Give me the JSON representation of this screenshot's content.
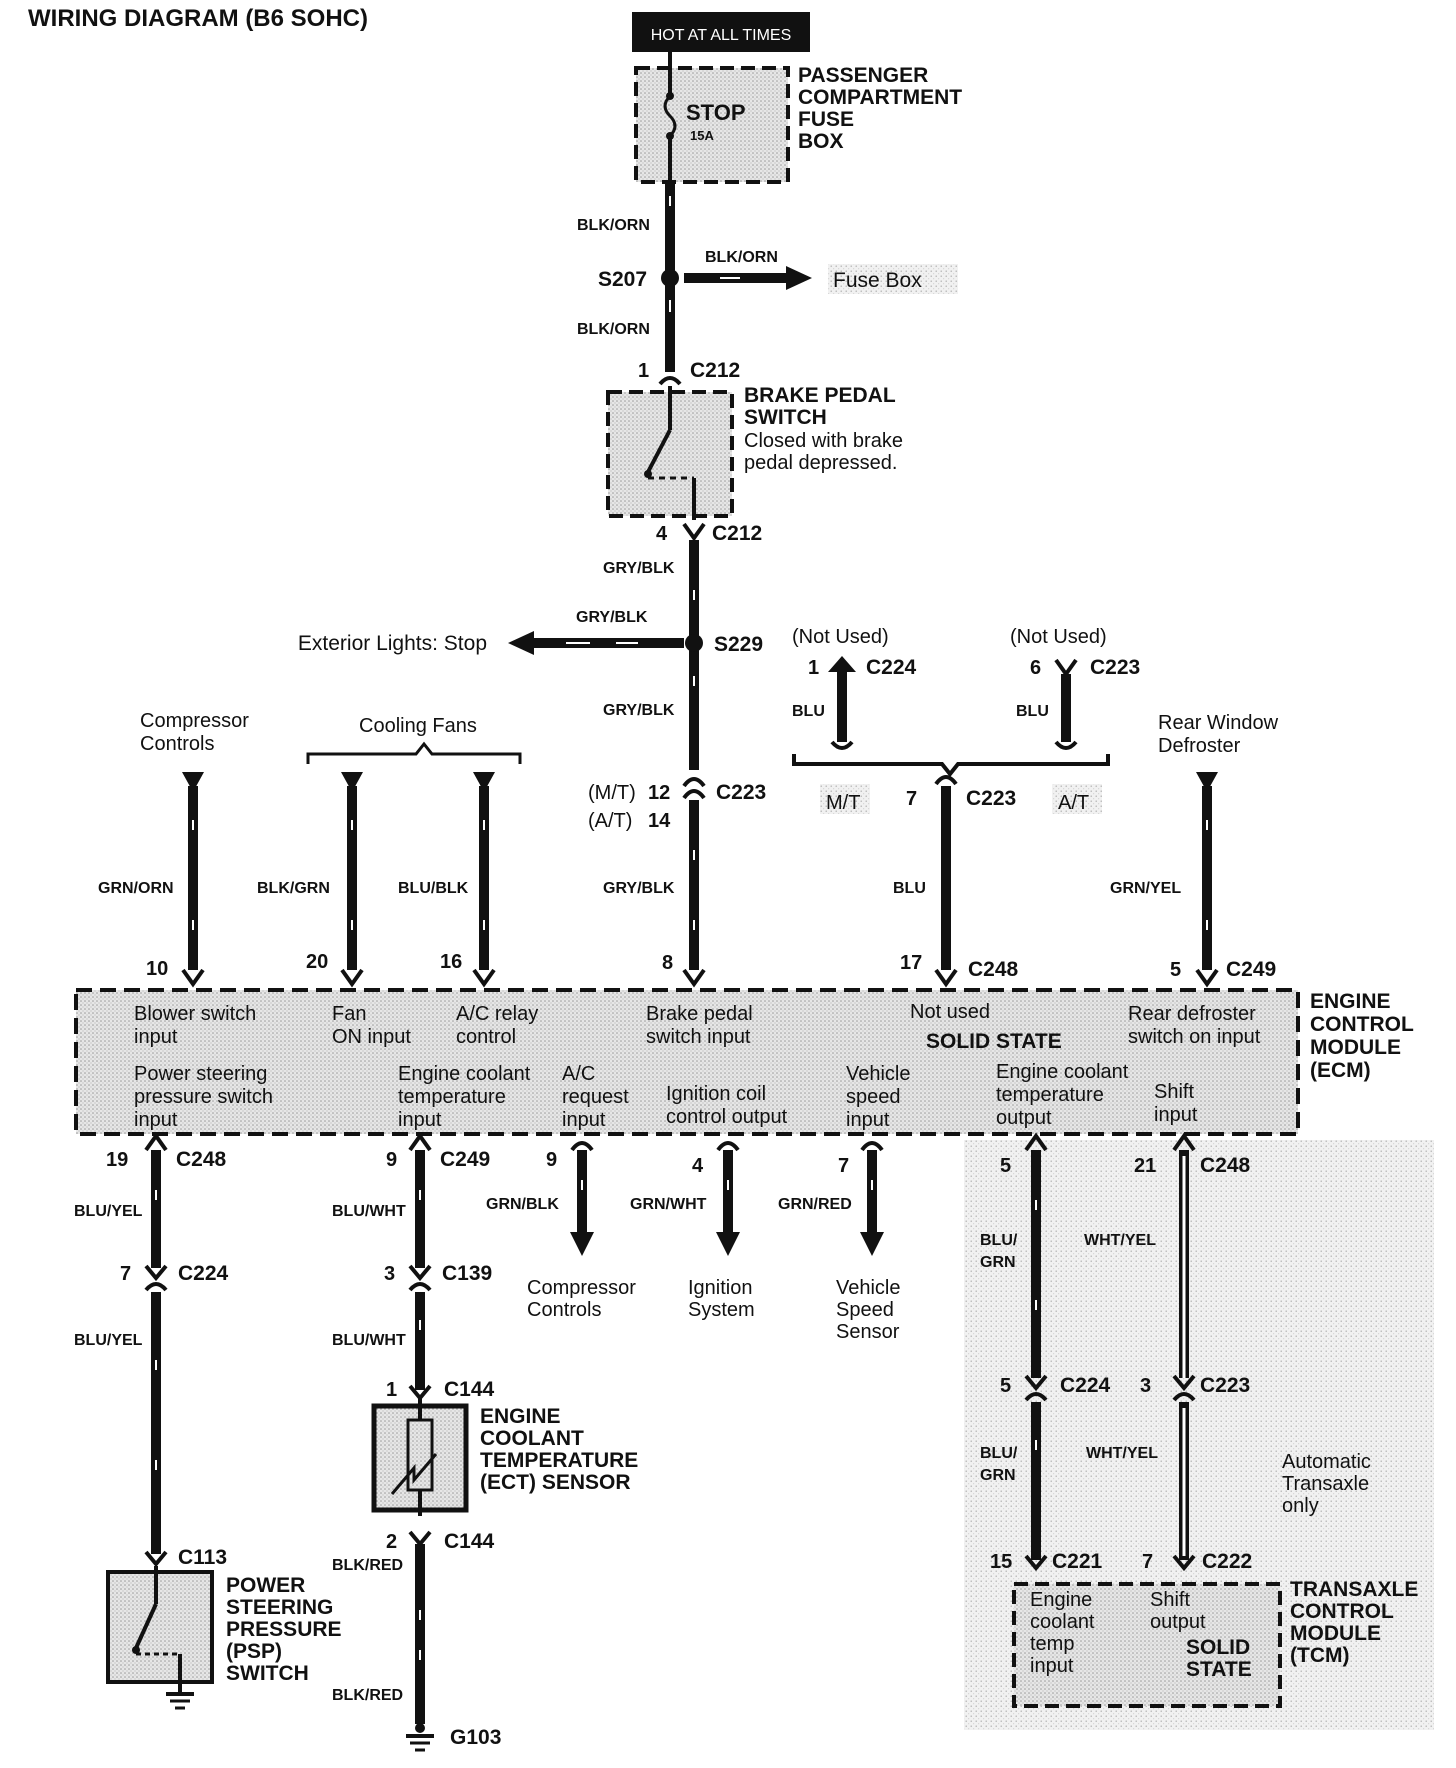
{
  "title": "WIRING DIAGRAM (B6 SOHC)",
  "hot_label": "HOT AT ALL TIMES",
  "fuse": {
    "name": "STOP",
    "rating": "15A",
    "box": [
      "PASSENGER",
      "COMPARTMENT",
      "FUSE",
      "BOX"
    ]
  },
  "splices": {
    "s207": "S207",
    "s229": "S229"
  },
  "wires": {
    "blk_orn": "BLK/ORN",
    "gry_blk": "GRY/BLK",
    "blu": "BLU",
    "grn_orn": "GRN/ORN",
    "blk_grn": "BLK/GRN",
    "blu_blk": "BLU/BLK",
    "grn_yel": "GRN/YEL",
    "blu_yel": "BLU/YEL",
    "blu_wht": "BLU/WHT",
    "grn_blk": "GRN/BLK",
    "grn_wht": "GRN/WHT",
    "grn_red": "GRN/RED",
    "blu_grn_1": "BLU/",
    "blu_grn_2": "GRN",
    "wht_yel": "WHT/YEL",
    "blk_red": "BLK/RED"
  },
  "destinations": {
    "fuse_box": "Fuse Box",
    "exterior_lights": "Exterior Lights: Stop",
    "compressor_top": [
      "Compressor",
      "Controls"
    ],
    "cooling_fans": "Cooling Fans",
    "rear_defroster": [
      "Rear Window",
      "Defroster"
    ],
    "not_used": "(Not Used)",
    "compressor_bottom": [
      "Compressor",
      "Controls"
    ],
    "ignition": [
      "Ignition",
      "System"
    ],
    "vss": [
      "Vehicle",
      "Speed",
      "Sensor"
    ],
    "auto_only": [
      "Automatic",
      "Transaxle",
      "only"
    ]
  },
  "brake_switch": {
    "name": [
      "BRAKE PEDAL",
      "SWITCH"
    ],
    "desc": [
      "Closed with brake",
      "pedal depressed."
    ]
  },
  "connectors": {
    "c212": "C212",
    "c223": "C223",
    "c224": "C224",
    "c248": "C248",
    "c249": "C249",
    "c139": "C139",
    "c144": "C144",
    "c113": "C113",
    "c221": "C221",
    "c222": "C222",
    "g103": "G103"
  },
  "pins": {
    "p1": "1",
    "p4": "4",
    "p6": "6",
    "p12": "12",
    "p14": "14",
    "p7": "7",
    "p10": "10",
    "p20": "20",
    "p16": "16",
    "p8": "8",
    "p17": "17",
    "p5": "5",
    "p19": "19",
    "p9": "9",
    "p21": "21",
    "p3": "3",
    "p2": "2",
    "p15": "15"
  },
  "variants": {
    "mt_paren": "(M/T)",
    "at_paren": "(A/T)",
    "mt": "M/T",
    "at": "A/T"
  },
  "ecm": {
    "name": [
      "ENGINE",
      "CONTROL",
      "MODULE",
      "(ECM)"
    ],
    "solid_state": "SOLID STATE",
    "top_row": {
      "blower": [
        "Blower switch",
        "input"
      ],
      "fan": [
        "Fan",
        "ON input"
      ],
      "ac_relay": [
        "A/C relay",
        "control"
      ],
      "brake": [
        "Brake pedal",
        "switch input"
      ],
      "not_used": "Not used",
      "rear_def": [
        "Rear defroster",
        "switch on input"
      ]
    },
    "bottom_row": {
      "psp": [
        "Power steering",
        "pressure switch",
        "input"
      ],
      "ect": [
        "Engine coolant",
        "temperature",
        "input"
      ],
      "ac_req": [
        "A/C",
        "request",
        "input"
      ],
      "ign": [
        "Ignition coil",
        "control output"
      ],
      "vss": [
        "Vehicle",
        "speed",
        "input"
      ],
      "ect_out": [
        "Engine coolant",
        "temperature",
        "output"
      ],
      "shift": [
        "Shift",
        "input"
      ]
    }
  },
  "ect_sensor": [
    "ENGINE",
    "COOLANT",
    "TEMPERATURE",
    "(ECT) SENSOR"
  ],
  "psp_switch": [
    "POWER",
    "STEERING",
    "PRESSURE",
    "(PSP)",
    "SWITCH"
  ],
  "tcm": {
    "name": [
      "TRANSAXLE",
      "CONTROL",
      "MODULE",
      "(TCM)"
    ],
    "ect_in": [
      "Engine",
      "coolant",
      "temp",
      "input"
    ],
    "shift_out": [
      "Shift",
      "output"
    ],
    "solid_state": [
      "SOLID",
      "STATE"
    ]
  }
}
